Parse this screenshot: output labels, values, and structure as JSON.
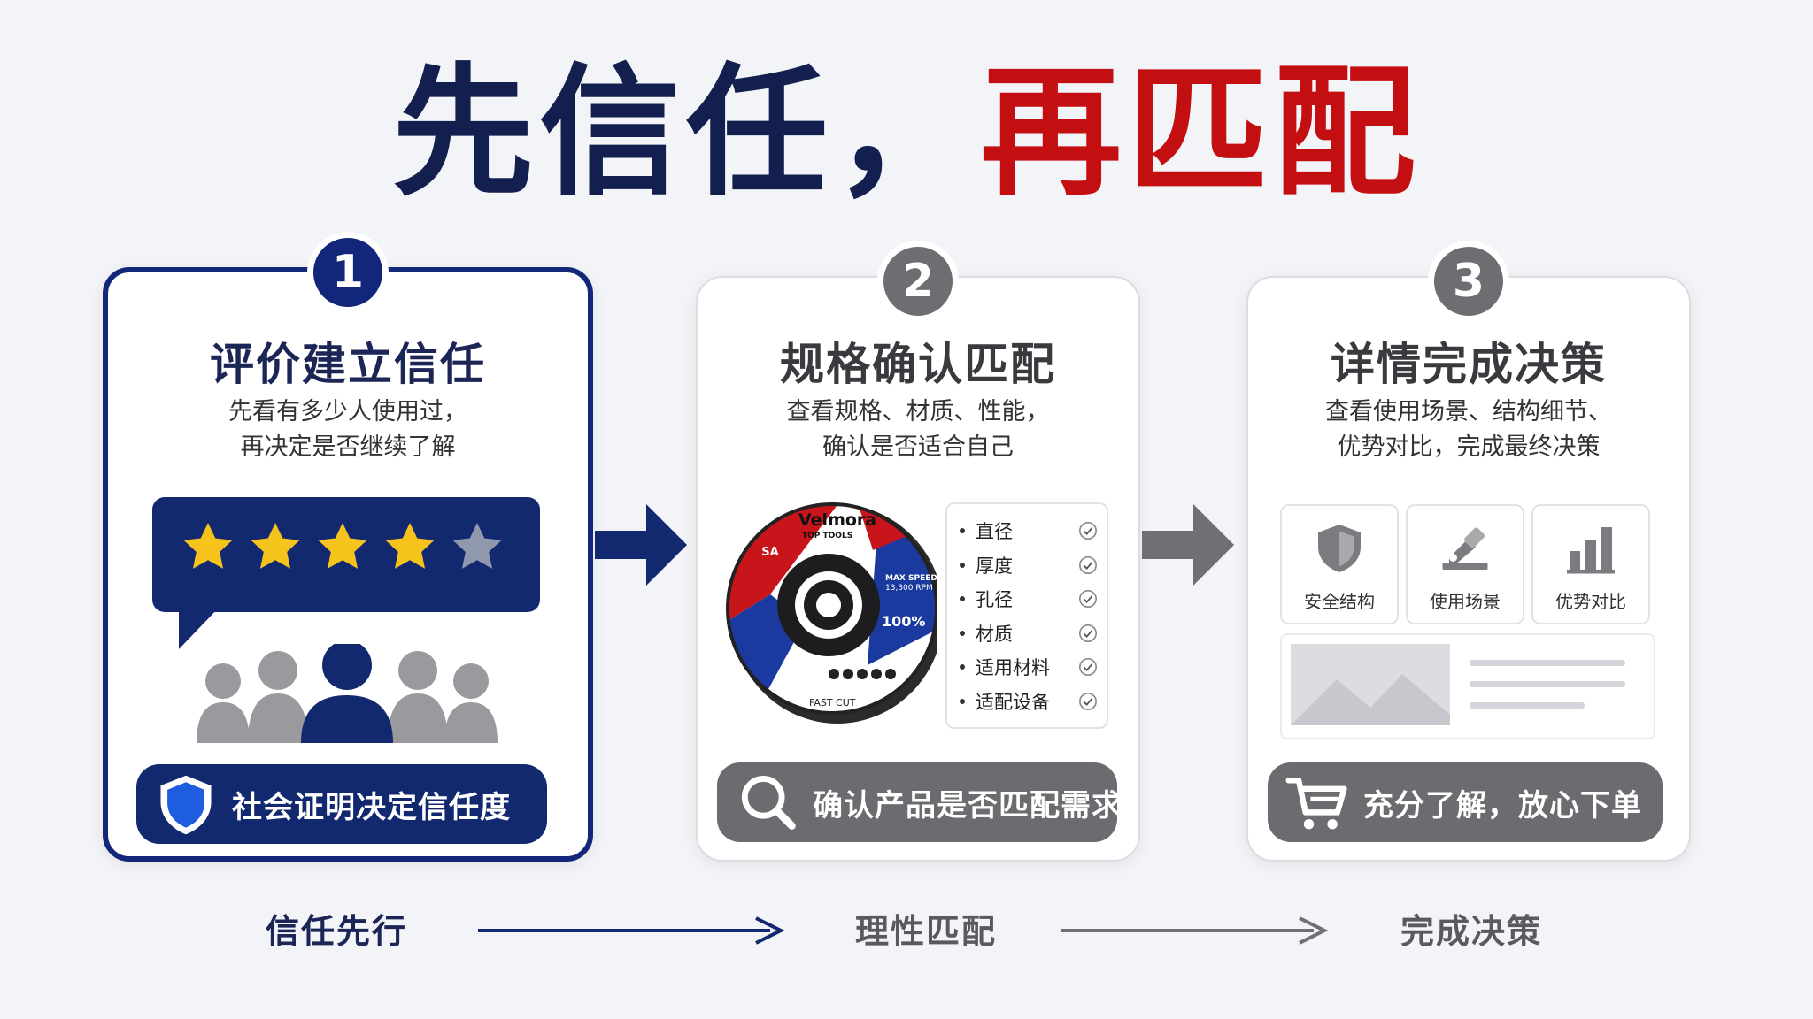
{
  "title": {
    "part1": "先信任，",
    "part2": "再匹配"
  },
  "colors": {
    "navy": "#13296f",
    "red": "#c40f12",
    "gray": "#6c6c70",
    "star": "#f6c21c",
    "star_off": "#8f98ad"
  },
  "cards": [
    {
      "number": "1",
      "title": "评价建立信任",
      "desc": "先看有多少人使用过，\n再决定是否继续了解",
      "rating": {
        "filled": 4,
        "total": 5
      },
      "pill": {
        "icon": "shield-icon",
        "label": "社会证明决定信任度"
      }
    },
    {
      "number": "2",
      "title": "规格确认匹配",
      "desc": "查看规格、材质、性能，\n确认是否适合自己",
      "product": {
        "brand": "Velmora",
        "sub": "TOP TOOLS",
        "tag": "SA",
        "speed": "MAX SPEED",
        "rpm": "13,300 RPM",
        "pct": "100%",
        "foot": "FAST CUT"
      },
      "specs": [
        "直径",
        "厚度",
        "孔径",
        "材质",
        "适用材料",
        "适配设备"
      ],
      "pill": {
        "icon": "search-icon",
        "label": "确认产品是否匹配需求"
      }
    },
    {
      "number": "3",
      "title": "详情完成决策",
      "desc": "查看使用场景、结构细节、\n优势对比，完成最终决策",
      "features": [
        {
          "icon": "shield-icon",
          "label": "安全结构"
        },
        {
          "icon": "grinder-icon",
          "label": "使用场景"
        },
        {
          "icon": "bar-chart-icon",
          "label": "优势对比"
        }
      ],
      "pill": {
        "icon": "cart-icon",
        "label": "充分了解，放心下单"
      }
    }
  ],
  "timeline": [
    "信任先行",
    "理性匹配",
    "完成决策"
  ]
}
